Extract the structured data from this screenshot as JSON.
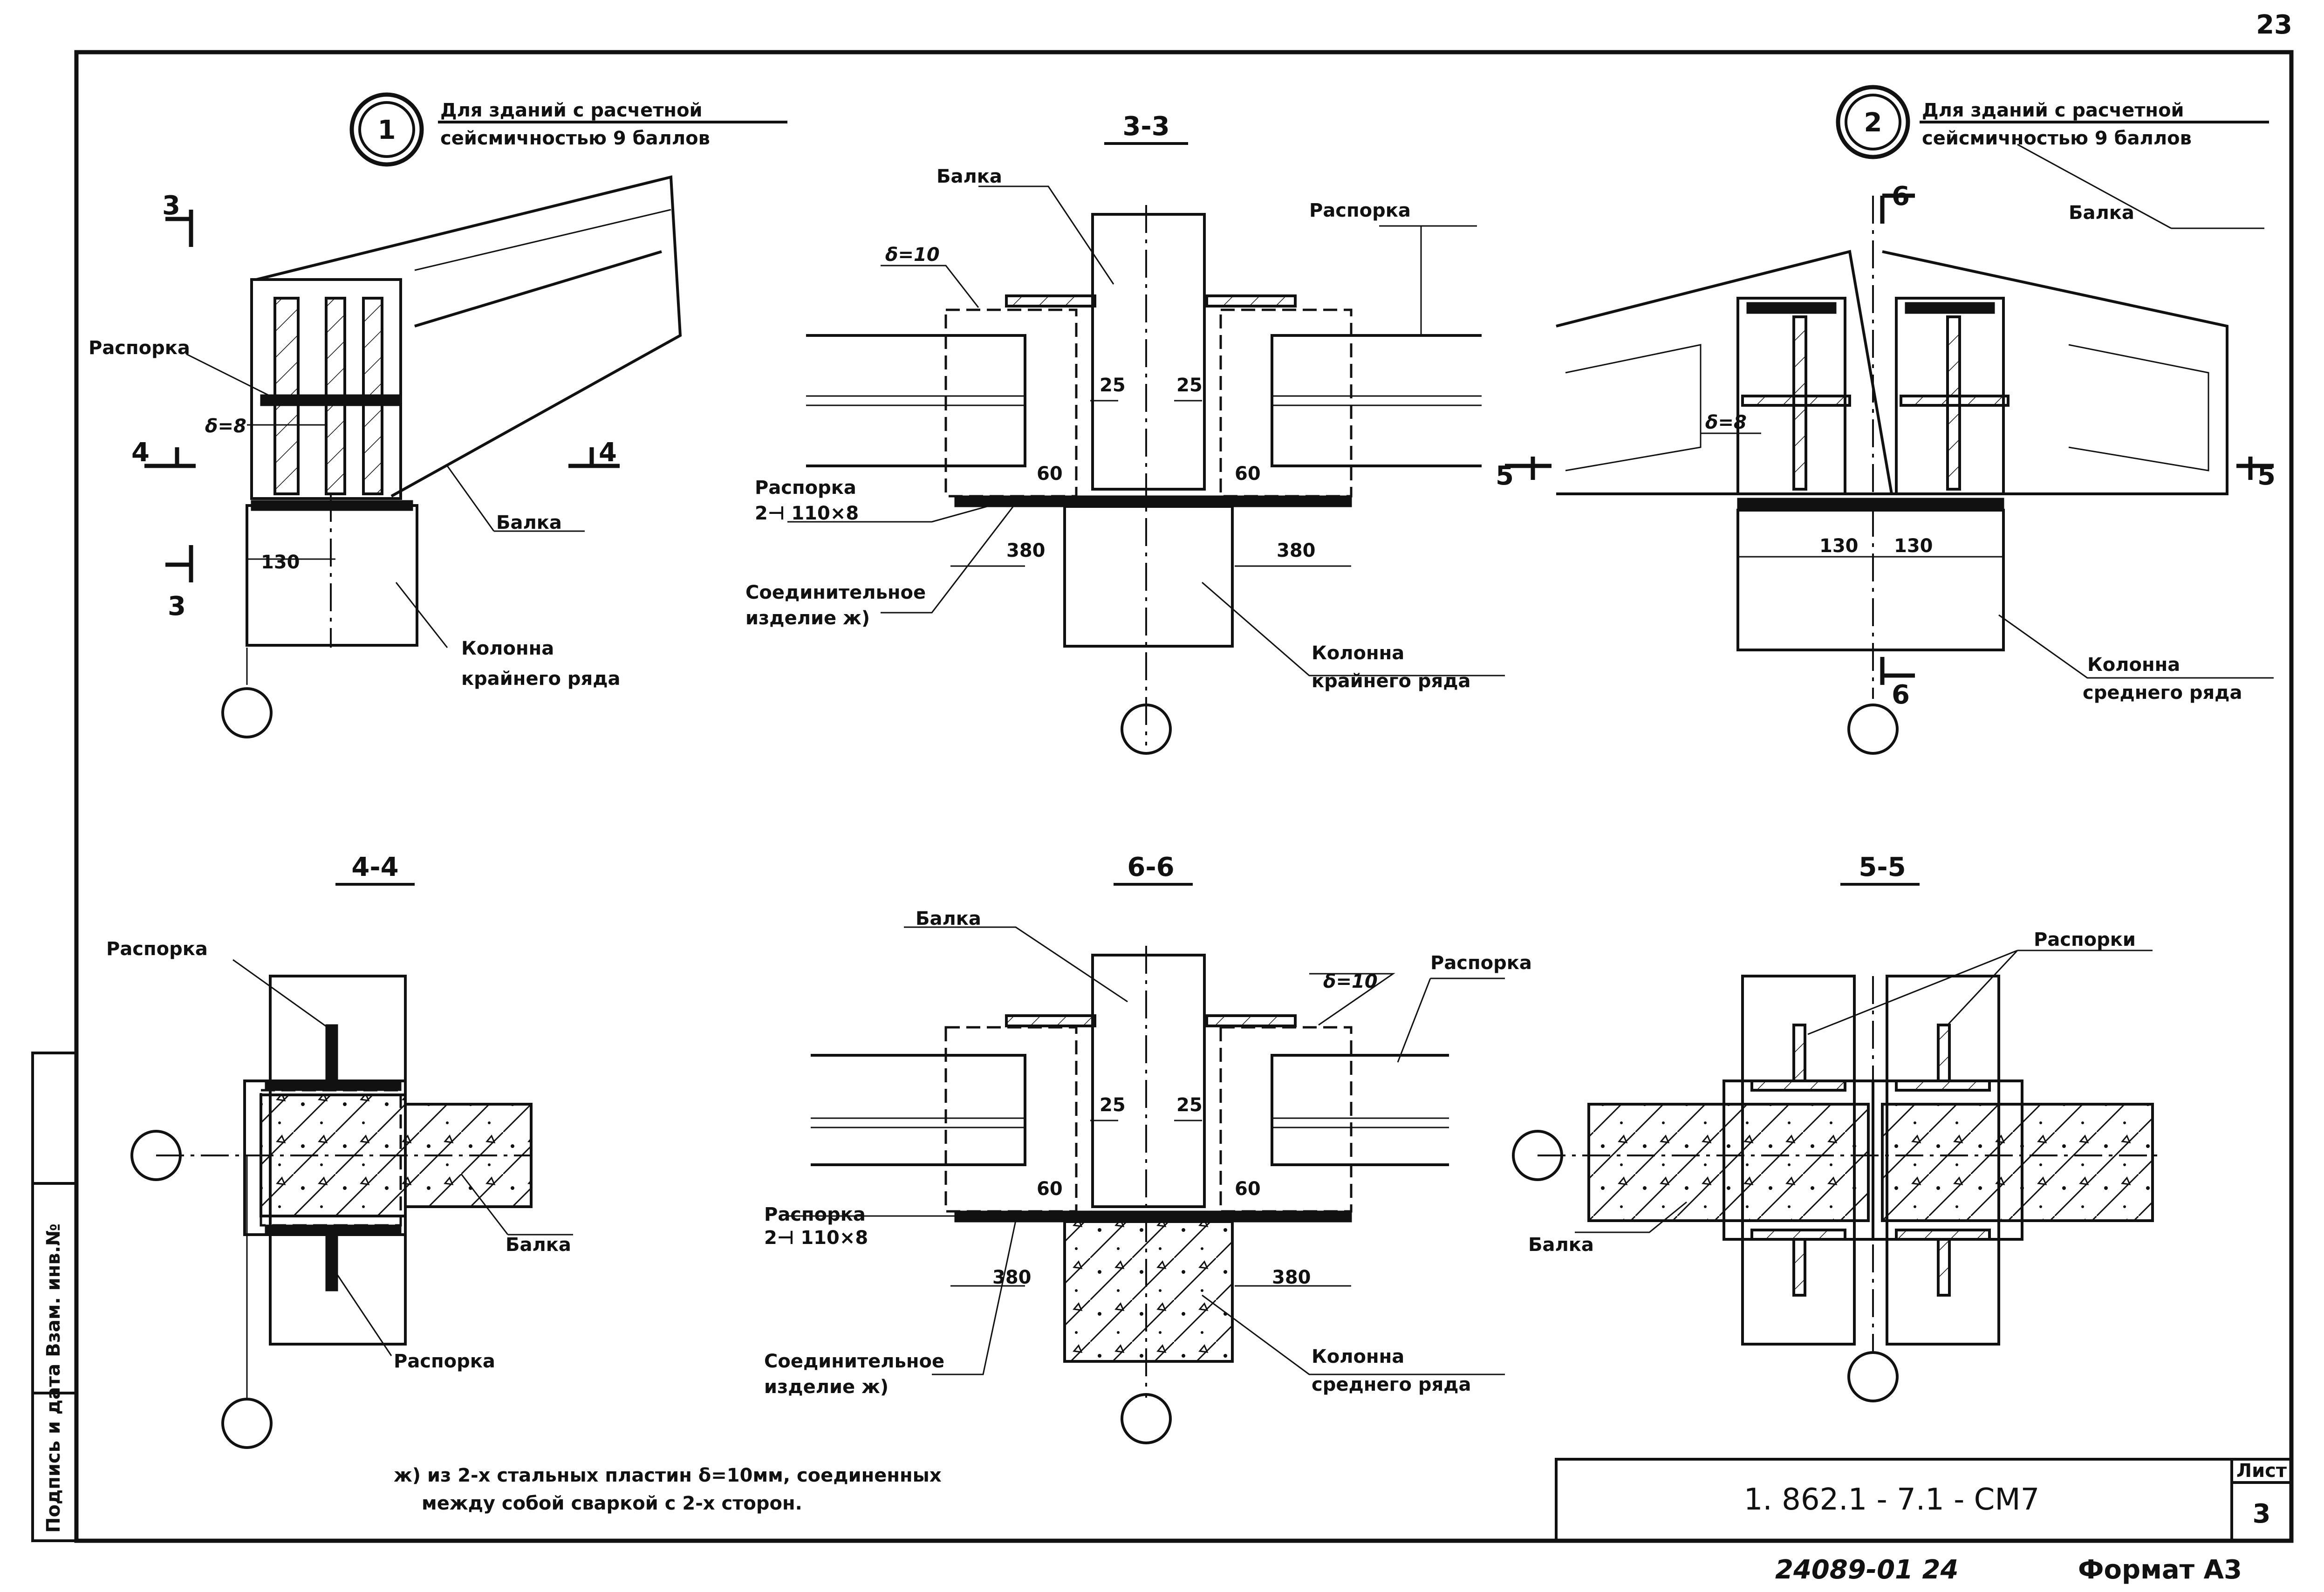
{
  "sheet": {
    "page_number": "23",
    "stamp": "24089-01  24",
    "format": "Формат А3",
    "doc_code": "1. 862.1 - 7.1 - СМ7",
    "list_label": "Лист",
    "list_number": "3",
    "side_stamp": "Подпись и дата   Взам. инв.№"
  },
  "variants": {
    "v1": {
      "number": "1",
      "line1": "Для зданий с расчетной",
      "line2": "сейсмичностью 9 баллов"
    },
    "v2": {
      "number": "2",
      "line1": "Для зданий с расчетной",
      "line2": "сейсмичностью 9 баллов"
    }
  },
  "sections": {
    "s33": "3-3",
    "s44": "4-4",
    "s66": "6-6",
    "s55": "5-5"
  },
  "cut_marks": {
    "c3": "3",
    "c4": "4",
    "c5": "5",
    "c6": "6"
  },
  "labels": {
    "raspor": "Распорка",
    "raspori": "Распорки",
    "balka": "Балка",
    "kolonna": "Колонна",
    "kraynego": "крайнего ряда",
    "srednego": "среднего ряда",
    "soed1": "Соединительное",
    "soed2": "изделие ж)",
    "plate_spec": "2⊣ 110×8",
    "delta8": "δ=8",
    "delta10": "δ=10"
  },
  "dims": {
    "d130": "130",
    "d380": "380",
    "d25": "25",
    "d60": "60"
  },
  "footnote": {
    "line1": "ж) из 2-х стальных пластин δ=10мм, соединенных",
    "line2": "между собой сваркой с 2-х сторон."
  }
}
